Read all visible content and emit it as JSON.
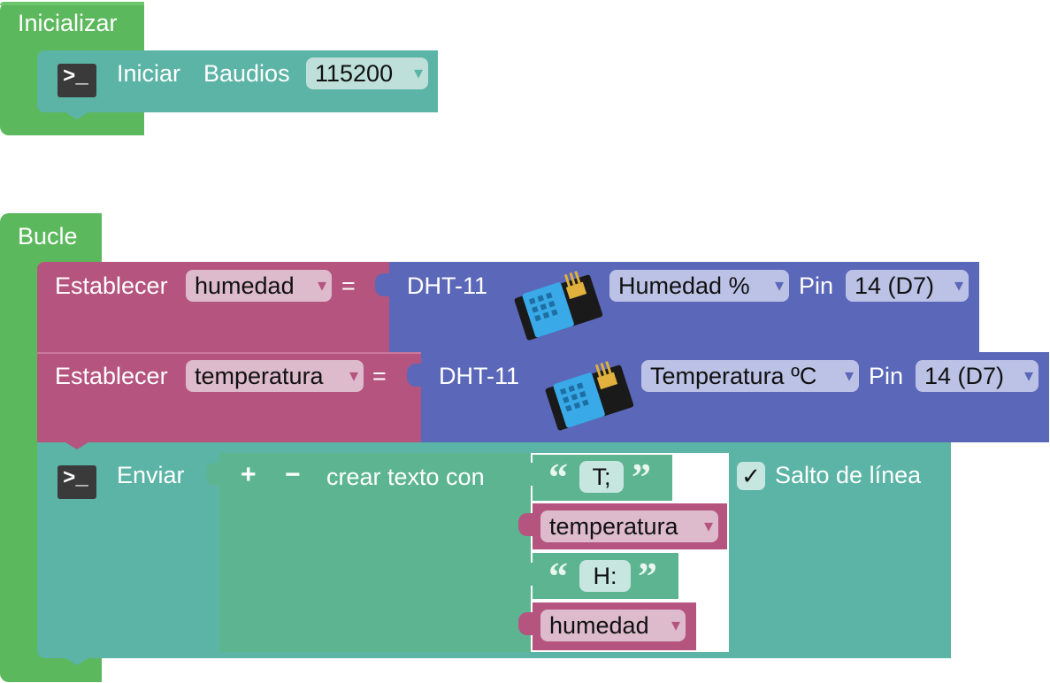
{
  "init_block": {
    "title": "Inicializar",
    "serial": {
      "label": "Iniciar",
      "baud_label": "Baudios",
      "baud_value": "115200"
    }
  },
  "loop_block": {
    "title": "Bucle",
    "set_humidity": {
      "label": "Establecer",
      "variable": "humedad",
      "equals": "=",
      "sensor": "DHT-11",
      "measure": "Humedad %",
      "pin_label": "Pin",
      "pin": "14 (D7)"
    },
    "set_temperature": {
      "label": "Establecer",
      "variable": "temperatura",
      "equals": "=",
      "sensor": "DHT-11",
      "measure": "Temperatura ºC",
      "pin_label": "Pin",
      "pin": "14 (D7)"
    },
    "send": {
      "label": "Enviar",
      "plus": "+",
      "minus": "−",
      "create_text": "crear texto con",
      "items": {
        "text_t": "T;",
        "var_temp": "temperatura",
        "text_h": "H:",
        "var_hum": "humedad"
      },
      "newline_check": "✓",
      "newline_label": "Salto de línea"
    }
  },
  "icons": {
    "dropdown": "▾",
    "terminal": "terminal-icon",
    "open_quote": "“",
    "close_quote": "”"
  },
  "colors": {
    "event": "#5cb85c",
    "serial": "#5bb4a5",
    "variable": "#b5557f",
    "sensor": "#5b67b8",
    "text": "#5cb590"
  }
}
